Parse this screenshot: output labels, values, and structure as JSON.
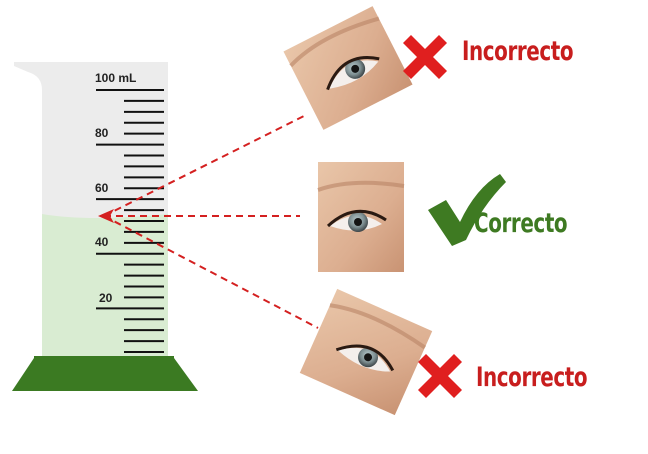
{
  "cylinder": {
    "unit_label": "100 mL",
    "scale_labels": [
      "80",
      "60",
      "40",
      "20"
    ],
    "liquid_color": "#d9ecd2",
    "base_color": "#3b7a22",
    "glass_color": "#ececec"
  },
  "views": [
    {
      "label": "Incorrecto",
      "mark": "cross-icon",
      "color": "#e01f1f"
    },
    {
      "label": "Correcto",
      "mark": "check-icon",
      "color": "#3e7a22"
    },
    {
      "label": "Incorrecto",
      "mark": "cross-icon",
      "color": "#e01f1f"
    }
  ],
  "sight_line_color": "#d42020"
}
